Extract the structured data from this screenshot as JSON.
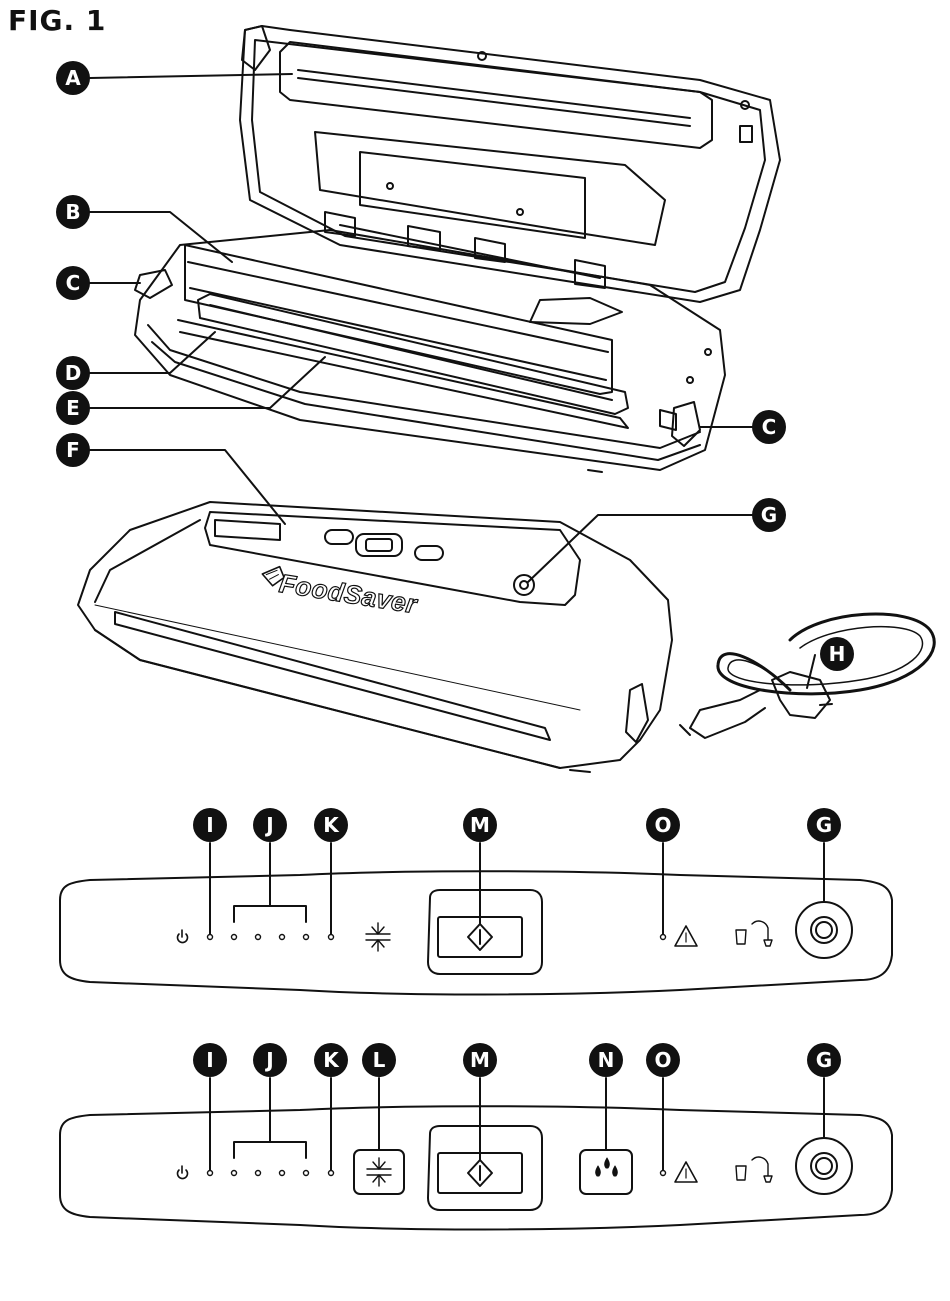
{
  "figure": {
    "title": "FIG. 1"
  },
  "brand": {
    "logo_text": "FoodSaver"
  },
  "callouts": {
    "a": "A",
    "b": "B",
    "c": "C",
    "d": "D",
    "e": "E",
    "f": "F",
    "g": "G",
    "h": "H",
    "i": "I",
    "j": "J",
    "k": "K",
    "l": "L",
    "m": "M",
    "n": "N",
    "o": "O"
  },
  "icons": {
    "power": "power-icon",
    "seal_level": "seal-icon",
    "start": "start-diamond-icon",
    "moist": "moist-drops-icon",
    "warning": "hot-warning-icon",
    "accessory": "accessory-hose-icon"
  }
}
